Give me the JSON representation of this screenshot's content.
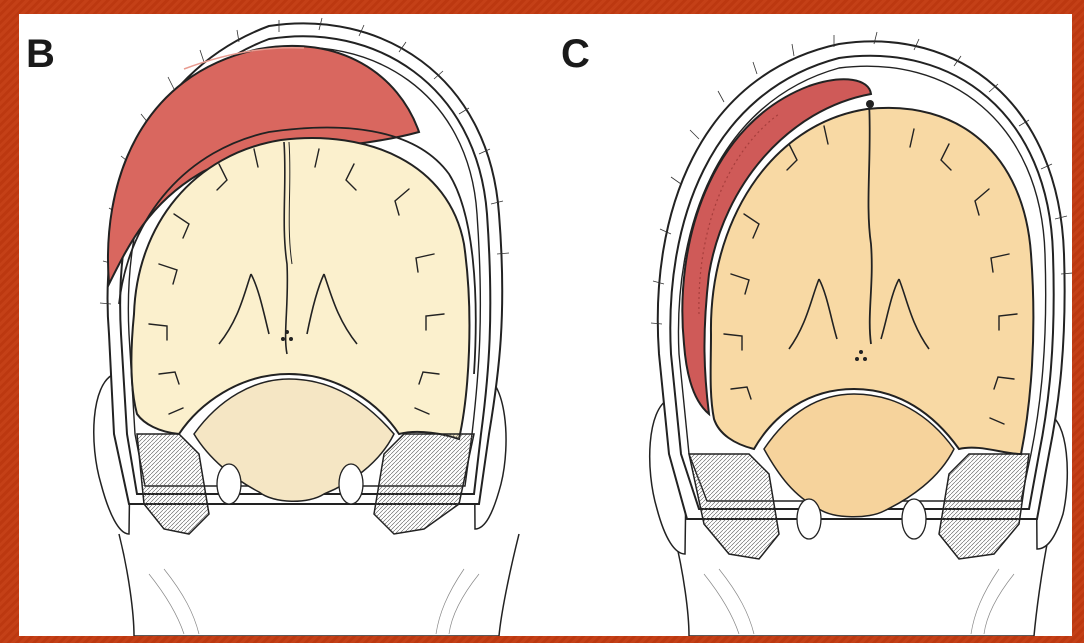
{
  "panels": [
    {
      "id": "B",
      "label": "B"
    },
    {
      "id": "C",
      "label": "C"
    }
  ],
  "colors": {
    "background": "#c23a10",
    "canvas": "#ffffff",
    "hematoma_B": "#d9675f",
    "hematoma_C": "#cf5a58",
    "brain_B": "#fbf0cd",
    "brain_C": "#f8d9a4",
    "ink": "#1a1a1a"
  }
}
